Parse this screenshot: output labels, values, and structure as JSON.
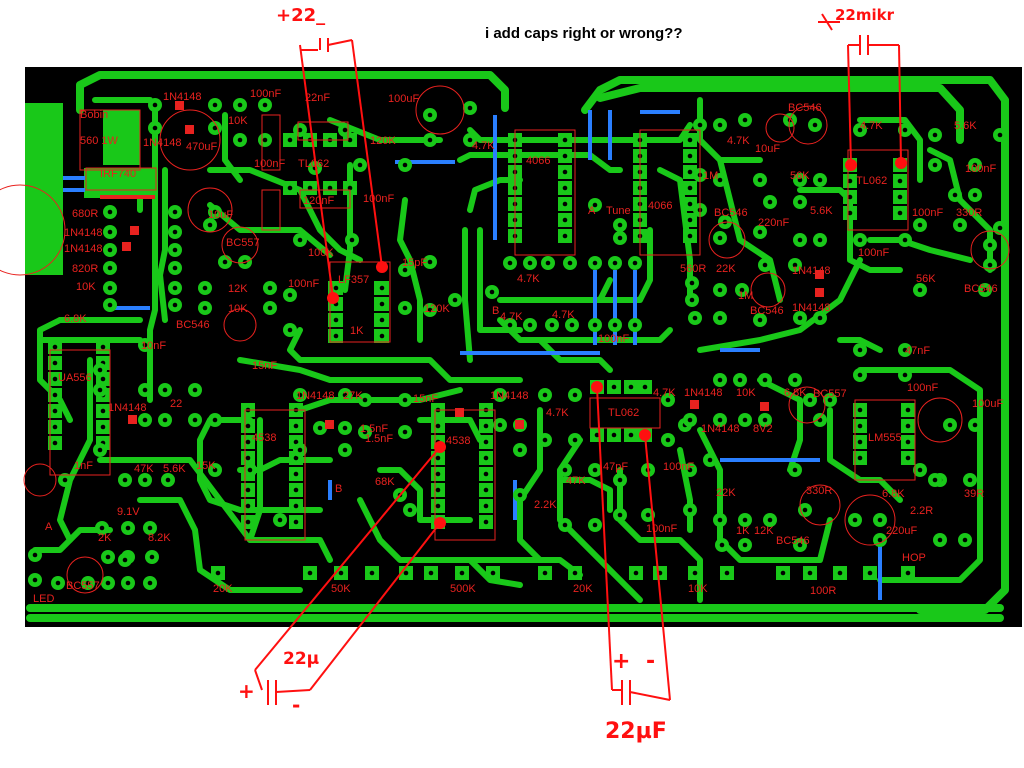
{
  "question": "i add caps right or wrong??",
  "annotations": {
    "top_left_cap": "+22_",
    "top_right_cap": "22mikr",
    "bottom_left_cap_value": "22µ",
    "bottom_left_plus": "+",
    "bottom_left_minus": "-",
    "bottom_mid_plus": "+",
    "bottom_mid_minus": "-",
    "bottom_mid_cap_value": "22µF"
  },
  "labels": [
    "Bobin",
    "560 1W",
    "1N4148",
    "1N4148",
    "IRF740",
    "470uF",
    "10uF",
    "680R",
    "1N4148",
    "1N4148",
    "820R",
    "10K",
    "BC557",
    "12K",
    "10K",
    "BC546",
    "6.8K",
    "100nF",
    "22nF",
    "10K",
    "100nF",
    "TL062",
    "120nF",
    "100K",
    "100nF",
    "LF357",
    "1K",
    "100uF",
    "120K",
    "4.7K",
    "100nF",
    "15pF",
    "120K",
    "4066",
    "4066",
    "A",
    "Tune",
    "4.7K",
    "B",
    "4.7K",
    "4.7K",
    "560R",
    "100nF",
    "BC546",
    "4.7K",
    "10uF",
    "1M",
    "56K",
    "5.6K",
    "220nF",
    "BC546",
    "22K",
    "1M",
    "BC546",
    "1N4148",
    "1N4148",
    "4.7K",
    "TL062",
    "5.6K",
    "100nF",
    "100nF",
    "330R",
    "100nF",
    "56K",
    "BC546",
    "UA556",
    "10nF",
    "1N4148",
    "22",
    "47K",
    "5.6K",
    "15K",
    "1nF",
    "15nF",
    "4538",
    "1N4148",
    "A",
    "9.1V",
    "2K",
    "8.2K",
    "BC557",
    "LED",
    "20K",
    "27K",
    "1.5nF",
    "15nF",
    "1.5nF",
    "4538",
    "1N4148",
    "68K",
    "B",
    "50K",
    "500K",
    "4.7K",
    "TL062",
    "47pF",
    "47K",
    "2.2K",
    "100nF",
    "20K",
    "4.7K",
    "100nF",
    "1N4148",
    "1N4148",
    "10K",
    "8V2",
    "6.8K",
    "BC557",
    "47nF",
    "100nF",
    "LM555",
    "100uF",
    "22K",
    "1K",
    "12K",
    "BC546",
    "330R",
    "6.8K",
    "2.2R",
    "39R",
    "220uF",
    "HOP",
    "10K",
    "100R"
  ],
  "colors": {
    "board": "#000000",
    "copper": "#19c819",
    "jumper": "#2a7fff",
    "silkscreen": "#e8221f",
    "annotation": "#ff1010"
  }
}
